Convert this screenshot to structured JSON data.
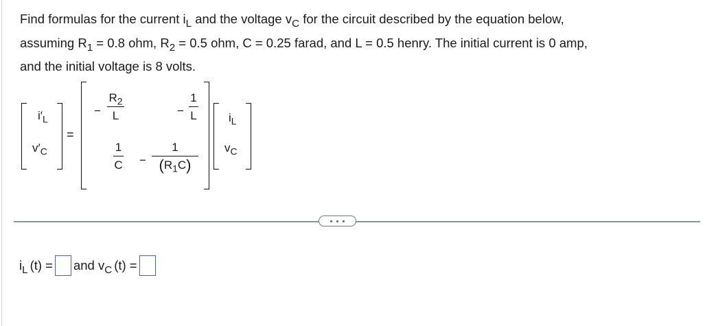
{
  "problem": {
    "line1": {
      "pre": "Find formulas for the current i",
      "sub1": "L",
      "mid": " and the voltage v",
      "sub2": "C",
      "post": " for the circuit described by the equation below,"
    },
    "line2": {
      "pre": "assuming R",
      "sub1": "1",
      "mid1": " = 0.8 ohm, R",
      "sub2": "2",
      "post": " = 0.5 ohm, C = 0.25 farad, and L = 0.5 henry. The initial current is 0 amp,"
    },
    "line3": "and the initial voltage is 8 volts."
  },
  "equation": {
    "lhs": [
      {
        "base": "i′",
        "sub": "L"
      },
      {
        "base": "v′",
        "sub": "C"
      }
    ],
    "equals": "=",
    "matrix": {
      "a11": {
        "sign": "−",
        "num_base": "R",
        "num_sub": "2",
        "den": "L"
      },
      "a12": {
        "sign": "−",
        "num": "1",
        "den": "L"
      },
      "a21": {
        "num": "1",
        "den": "C"
      },
      "a22": {
        "sign": "−",
        "num": "1",
        "den_open": "(",
        "den_base": "R",
        "den_sub": "1",
        "den_tail": "C",
        "den_close": ")"
      }
    },
    "rhs": [
      {
        "base": "i",
        "sub": "L"
      },
      {
        "base": "v",
        "sub": "C"
      }
    ]
  },
  "divider": {
    "more_button_label": "more-options"
  },
  "answer": {
    "il_base": "i",
    "il_sub": "L",
    "il_tail": "(t) =",
    "il_value": "",
    "connector": "and v",
    "vc_sub": "C",
    "vc_tail": "(t) =",
    "vc_value": ""
  },
  "colors": {
    "text": "#1a1a1a",
    "input_border": "#4a5fbf",
    "divider": "#8c9599"
  }
}
